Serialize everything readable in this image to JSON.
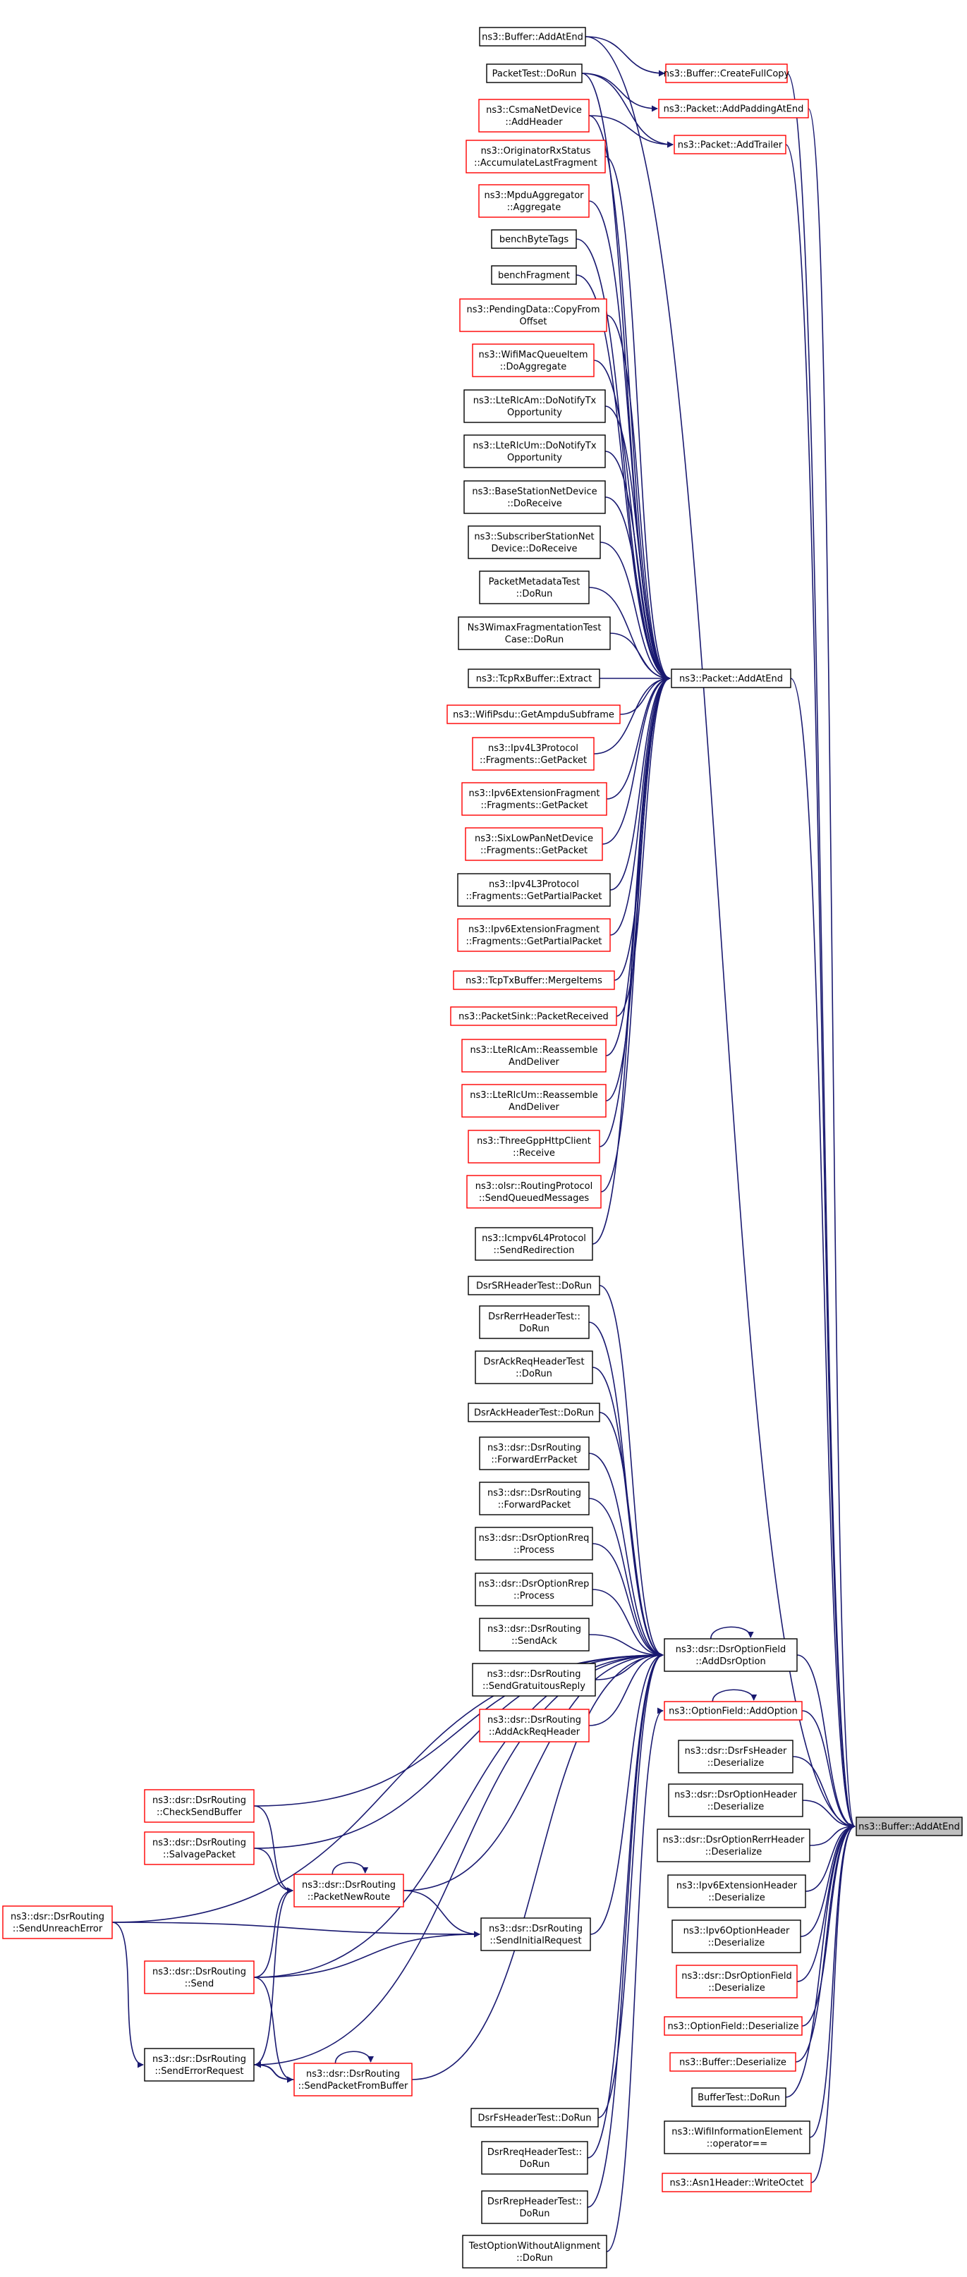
{
  "colors": {
    "edge": "#191970",
    "box_black": "#000000",
    "box_red": "#ff0000",
    "focus_fill": "#bfbfbf",
    "box_fill": "#ffffff"
  },
  "nodes": [
    {
      "id": "buffer_addatend_top",
      "lines": [
        "ns3::Buffer::AddAtEnd"
      ],
      "border": "black"
    },
    {
      "id": "buffer_createfullcopy",
      "lines": [
        "ns3::Buffer::CreateFullCopy"
      ],
      "border": "red"
    },
    {
      "id": "packettest_dorun",
      "lines": [
        "PacketTest::DoRun"
      ],
      "border": "black"
    },
    {
      "id": "packet_addpaddingatend",
      "lines": [
        "ns3::Packet::AddPaddingAtEnd"
      ],
      "border": "red"
    },
    {
      "id": "csmanetdevice_addheader",
      "lines": [
        "ns3::CsmaNetDevice",
        "::AddHeader"
      ],
      "border": "red"
    },
    {
      "id": "packet_addtrailer",
      "lines": [
        "ns3::Packet::AddTrailer"
      ],
      "border": "red"
    },
    {
      "id": "originatorrxstatus",
      "lines": [
        "ns3::OriginatorRxStatus",
        "::AccumulateLastFragment"
      ],
      "border": "red"
    },
    {
      "id": "mpduaggregator",
      "lines": [
        "ns3::MpduAggregator",
        "::Aggregate"
      ],
      "border": "red"
    },
    {
      "id": "benchbytetags",
      "lines": [
        "benchByteTags"
      ],
      "border": "black"
    },
    {
      "id": "benchfragment",
      "lines": [
        "benchFragment"
      ],
      "border": "black"
    },
    {
      "id": "pendingdata_copyfromoffset",
      "lines": [
        "ns3::PendingData::CopyFrom",
        "Offset"
      ],
      "border": "red"
    },
    {
      "id": "wifimacqueueitem",
      "lines": [
        "ns3::WifiMacQueueItem",
        "::DoAggregate"
      ],
      "border": "red"
    },
    {
      "id": "lterlcam_donotify",
      "lines": [
        "ns3::LteRlcAm::DoNotifyTx",
        "Opportunity"
      ],
      "border": "black"
    },
    {
      "id": "lterlcum_donotify",
      "lines": [
        "ns3::LteRlcUm::DoNotifyTx",
        "Opportunity"
      ],
      "border": "black"
    },
    {
      "id": "basestation_doreceive",
      "lines": [
        "ns3::BaseStationNetDevice",
        "::DoReceive"
      ],
      "border": "black"
    },
    {
      "id": "subscriberstation_doreceive",
      "lines": [
        "ns3::SubscriberStationNet",
        "Device::DoReceive"
      ],
      "border": "black"
    },
    {
      "id": "packetmetadatatest",
      "lines": [
        "PacketMetadataTest",
        "::DoRun"
      ],
      "border": "black"
    },
    {
      "id": "ns3wimaxfrag",
      "lines": [
        "Ns3WimaxFragmentationTest",
        "Case::DoRun"
      ],
      "border": "black"
    },
    {
      "id": "tcprxbuffer_extract",
      "lines": [
        "ns3::TcpRxBuffer::Extract"
      ],
      "border": "black"
    },
    {
      "id": "packet_addatend",
      "lines": [
        "ns3::Packet::AddAtEnd"
      ],
      "border": "black"
    },
    {
      "id": "wifipsdu_getampdu",
      "lines": [
        "ns3::WifiPsdu::GetAmpduSubframe"
      ],
      "border": "red"
    },
    {
      "id": "ipv4l3_getpacket",
      "lines": [
        "ns3::Ipv4L3Protocol",
        "::Fragments::GetPacket"
      ],
      "border": "red"
    },
    {
      "id": "ipv6extfrag_getpacket",
      "lines": [
        "ns3::Ipv6ExtensionFragment",
        "::Fragments::GetPacket"
      ],
      "border": "red"
    },
    {
      "id": "sixlowpan_getpacket",
      "lines": [
        "ns3::SixLowPanNetDevice",
        "::Fragments::GetPacket"
      ],
      "border": "red"
    },
    {
      "id": "ipv4l3_getpartial",
      "lines": [
        "ns3::Ipv4L3Protocol",
        "::Fragments::GetPartialPacket"
      ],
      "border": "black"
    },
    {
      "id": "ipv6extfrag_getpartial",
      "lines": [
        "ns3::Ipv6ExtensionFragment",
        "::Fragments::GetPartialPacket"
      ],
      "border": "red"
    },
    {
      "id": "tcptxbuffer_mergeitems",
      "lines": [
        "ns3::TcpTxBuffer::MergeItems"
      ],
      "border": "red"
    },
    {
      "id": "packetsink_packetreceived",
      "lines": [
        "ns3::PacketSink::PacketReceived"
      ],
      "border": "red"
    },
    {
      "id": "lterlcam_reassemble",
      "lines": [
        "ns3::LteRlcAm::Reassemble",
        "AndDeliver"
      ],
      "border": "red"
    },
    {
      "id": "lterlcum_reassemble",
      "lines": [
        "ns3::LteRlcUm::Reassemble",
        "AndDeliver"
      ],
      "border": "red"
    },
    {
      "id": "threegpphttpclient_receive",
      "lines": [
        "ns3::ThreeGppHttpClient",
        "::Receive"
      ],
      "border": "red"
    },
    {
      "id": "olsr_sendqueued",
      "lines": [
        "ns3::olsr::RoutingProtocol",
        "::SendQueuedMessages"
      ],
      "border": "red"
    },
    {
      "id": "icmpv6l4_sendredirection",
      "lines": [
        "ns3::Icmpv6L4Protocol",
        "::SendRedirection"
      ],
      "border": "black"
    },
    {
      "id": "dsrsrheadertest",
      "lines": [
        "DsrSRHeaderTest::DoRun"
      ],
      "border": "black"
    },
    {
      "id": "dsrrerrheadertest",
      "lines": [
        "DsrRerrHeaderTest::",
        "DoRun"
      ],
      "border": "black"
    },
    {
      "id": "dsrackreqheadertest",
      "lines": [
        "DsrAckReqHeaderTest",
        "::DoRun"
      ],
      "border": "black"
    },
    {
      "id": "dsrackheadertest",
      "lines": [
        "DsrAckHeaderTest::DoRun"
      ],
      "border": "black"
    },
    {
      "id": "dsr_forwarderrpacket",
      "lines": [
        "ns3::dsr::DsrRouting",
        "::ForwardErrPacket"
      ],
      "border": "black"
    },
    {
      "id": "dsr_forwardpacket",
      "lines": [
        "ns3::dsr::DsrRouting",
        "::ForwardPacket"
      ],
      "border": "black"
    },
    {
      "id": "dsroptionrreq_process",
      "lines": [
        "ns3::dsr::DsrOptionRreq",
        "::Process"
      ],
      "border": "black"
    },
    {
      "id": "dsroptionrrep_process",
      "lines": [
        "ns3::dsr::DsrOptionRrep",
        "::Process"
      ],
      "border": "black"
    },
    {
      "id": "dsr_sendack",
      "lines": [
        "ns3::dsr::DsrRouting",
        "::SendAck"
      ],
      "border": "black"
    },
    {
      "id": "dsroptionfield_adddsroption",
      "lines": [
        "ns3::dsr::DsrOptionField",
        "::AddDsrOption"
      ],
      "border": "black"
    },
    {
      "id": "dsr_sendgratuitous",
      "lines": [
        "ns3::dsr::DsrRouting",
        "::SendGratuitousReply"
      ],
      "border": "black"
    },
    {
      "id": "optionfield_addoption",
      "lines": [
        "ns3::OptionField::AddOption"
      ],
      "border": "red"
    },
    {
      "id": "dsr_addackreqheader",
      "lines": [
        "ns3::dsr::DsrRouting",
        "::AddAckReqHeader"
      ],
      "border": "red"
    },
    {
      "id": "dsrfsheader_deserialize",
      "lines": [
        "ns3::dsr::DsrFsHeader",
        "::Deserialize"
      ],
      "border": "black"
    },
    {
      "id": "dsr_checksendbuffer",
      "lines": [
        "ns3::dsr::DsrRouting",
        "::CheckSendBuffer"
      ],
      "border": "red"
    },
    {
      "id": "dsroptionheader_deserialize",
      "lines": [
        "ns3::dsr::DsrOptionHeader",
        "::Deserialize"
      ],
      "border": "black"
    },
    {
      "id": "buffer_addatend_focus",
      "lines": [
        "ns3::Buffer::AddAtEnd"
      ],
      "border": "black",
      "focus": true
    },
    {
      "id": "dsr_salvagepacket",
      "lines": [
        "ns3::dsr::DsrRouting",
        "::SalvagePacket"
      ],
      "border": "red"
    },
    {
      "id": "dsroptionrerrheader_deserialize",
      "lines": [
        "ns3::dsr::DsrOptionRerrHeader",
        "::Deserialize"
      ],
      "border": "black"
    },
    {
      "id": "dsr_packetnewroute",
      "lines": [
        "ns3::dsr::DsrRouting",
        "::PacketNewRoute"
      ],
      "border": "red"
    },
    {
      "id": "dsr_sendunreacherror",
      "lines": [
        "ns3::dsr::DsrRouting",
        "::SendUnreachError"
      ],
      "border": "red"
    },
    {
      "id": "ipv6extensionheader_deserialize",
      "lines": [
        "ns3::Ipv6ExtensionHeader",
        "::Deserialize"
      ],
      "border": "black"
    },
    {
      "id": "dsr_sendinitialrequest",
      "lines": [
        "ns3::dsr::DsrRouting",
        "::SendInitialRequest"
      ],
      "border": "black"
    },
    {
      "id": "ipv6optionheader_deserialize",
      "lines": [
        "ns3::Ipv6OptionHeader",
        "::Deserialize"
      ],
      "border": "black"
    },
    {
      "id": "dsr_send",
      "lines": [
        "ns3::dsr::DsrRouting",
        "::Send"
      ],
      "border": "red"
    },
    {
      "id": "dsroptionfield_deserialize",
      "lines": [
        "ns3::dsr::DsrOptionField",
        "::Deserialize"
      ],
      "border": "red"
    },
    {
      "id": "optionfield_deserialize",
      "lines": [
        "ns3::OptionField::Deserialize"
      ],
      "border": "red"
    },
    {
      "id": "dsr_senderrorrequest",
      "lines": [
        "ns3::dsr::DsrRouting",
        "::SendErrorRequest"
      ],
      "border": "black"
    },
    {
      "id": "dsr_sendpacketfrombuffer",
      "lines": [
        "ns3::dsr::DsrRouting",
        "::SendPacketFromBuffer"
      ],
      "border": "red"
    },
    {
      "id": "buffer_deserialize",
      "lines": [
        "ns3::Buffer::Deserialize"
      ],
      "border": "red"
    },
    {
      "id": "buffertest_dorun",
      "lines": [
        "BufferTest::DoRun"
      ],
      "border": "black"
    },
    {
      "id": "dsrfsheadertest",
      "lines": [
        "DsrFsHeaderTest::DoRun"
      ],
      "border": "black"
    },
    {
      "id": "wifiinformationelement_op",
      "lines": [
        "ns3::WifiInformationElement",
        "::operator=="
      ],
      "border": "black"
    },
    {
      "id": "dsrrreqheadertest",
      "lines": [
        "DsrRreqHeaderTest::",
        "DoRun"
      ],
      "border": "black"
    },
    {
      "id": "asn1header_writeoctet",
      "lines": [
        "ns3::Asn1Header::WriteOctet"
      ],
      "border": "red"
    },
    {
      "id": "dsrrrepheadertest",
      "lines": [
        "DsrRrepHeaderTest::",
        "DoRun"
      ],
      "border": "black"
    },
    {
      "id": "testoptionwithoutalignment",
      "lines": [
        "TestOptionWithoutAlignment",
        "::DoRun"
      ],
      "border": "black"
    }
  ],
  "edges": [
    {
      "from": "buffer_addatend_top",
      "to": "buffer_addatend_focus"
    },
    {
      "from": "buffer_createfullcopy",
      "to": "buffer_addatend_focus"
    },
    {
      "from": "packet_addpaddingatend",
      "to": "buffer_addatend_focus"
    },
    {
      "from": "packet_addtrailer",
      "to": "buffer_addatend_focus"
    },
    {
      "from": "packet_addatend",
      "to": "buffer_addatend_focus"
    },
    {
      "from": "dsroptionfield_adddsroption",
      "to": "buffer_addatend_focus"
    },
    {
      "from": "optionfield_addoption",
      "to": "buffer_addatend_focus"
    },
    {
      "from": "dsrfsheader_deserialize",
      "to": "buffer_addatend_focus"
    },
    {
      "from": "dsroptionheader_deserialize",
      "to": "buffer_addatend_focus"
    },
    {
      "from": "dsroptionrerrheader_deserialize",
      "to": "buffer_addatend_focus"
    },
    {
      "from": "ipv6extensionheader_deserialize",
      "to": "buffer_addatend_focus"
    },
    {
      "from": "ipv6optionheader_deserialize",
      "to": "buffer_addatend_focus"
    },
    {
      "from": "dsroptionfield_deserialize",
      "to": "buffer_addatend_focus"
    },
    {
      "from": "optionfield_deserialize",
      "to": "buffer_addatend_focus"
    },
    {
      "from": "buffer_deserialize",
      "to": "buffer_addatend_focus"
    },
    {
      "from": "buffertest_dorun",
      "to": "buffer_addatend_focus"
    },
    {
      "from": "wifiinformationelement_op",
      "to": "buffer_addatend_focus"
    },
    {
      "from": "asn1header_writeoctet",
      "to": "buffer_addatend_focus"
    },
    {
      "from": "buffer_addatend_top",
      "to": "buffer_createfullcopy"
    },
    {
      "from": "packettest_dorun",
      "to": "packet_addpaddingatend"
    },
    {
      "from": "packettest_dorun",
      "to": "packet_addtrailer"
    },
    {
      "from": "csmanetdevice_addheader",
      "to": "packet_addtrailer"
    },
    {
      "from": "packettest_dorun",
      "to": "packet_addatend"
    },
    {
      "from": "csmanetdevice_addheader",
      "to": "packet_addatend"
    },
    {
      "from": "originatorrxstatus",
      "to": "packet_addatend"
    },
    {
      "from": "mpduaggregator",
      "to": "packet_addatend"
    },
    {
      "from": "benchbytetags",
      "to": "packet_addatend"
    },
    {
      "from": "benchfragment",
      "to": "packet_addatend"
    },
    {
      "from": "pendingdata_copyfromoffset",
      "to": "packet_addatend"
    },
    {
      "from": "wifimacqueueitem",
      "to": "packet_addatend"
    },
    {
      "from": "lterlcam_donotify",
      "to": "packet_addatend"
    },
    {
      "from": "lterlcum_donotify",
      "to": "packet_addatend"
    },
    {
      "from": "basestation_doreceive",
      "to": "packet_addatend"
    },
    {
      "from": "subscriberstation_doreceive",
      "to": "packet_addatend"
    },
    {
      "from": "packetmetadatatest",
      "to": "packet_addatend"
    },
    {
      "from": "ns3wimaxfrag",
      "to": "packet_addatend"
    },
    {
      "from": "tcprxbuffer_extract",
      "to": "packet_addatend"
    },
    {
      "from": "wifipsdu_getampdu",
      "to": "packet_addatend"
    },
    {
      "from": "ipv4l3_getpacket",
      "to": "packet_addatend"
    },
    {
      "from": "ipv6extfrag_getpacket",
      "to": "packet_addatend"
    },
    {
      "from": "sixlowpan_getpacket",
      "to": "packet_addatend"
    },
    {
      "from": "ipv4l3_getpartial",
      "to": "packet_addatend"
    },
    {
      "from": "ipv6extfrag_getpartial",
      "to": "packet_addatend"
    },
    {
      "from": "tcptxbuffer_mergeitems",
      "to": "packet_addatend"
    },
    {
      "from": "packetsink_packetreceived",
      "to": "packet_addatend"
    },
    {
      "from": "lterlcam_reassemble",
      "to": "packet_addatend"
    },
    {
      "from": "lterlcum_reassemble",
      "to": "packet_addatend"
    },
    {
      "from": "threegpphttpclient_receive",
      "to": "packet_addatend"
    },
    {
      "from": "olsr_sendqueued",
      "to": "packet_addatend"
    },
    {
      "from": "icmpv6l4_sendredirection",
      "to": "packet_addatend"
    },
    {
      "from": "dsroptionfield_adddsroption",
      "to": "dsroptionfield_adddsroption"
    },
    {
      "from": "dsrsrheadertest",
      "to": "dsroptionfield_adddsroption"
    },
    {
      "from": "dsrrerrheadertest",
      "to": "dsroptionfield_adddsroption"
    },
    {
      "from": "dsrackreqheadertest",
      "to": "dsroptionfield_adddsroption"
    },
    {
      "from": "dsrackheadertest",
      "to": "dsroptionfield_adddsroption"
    },
    {
      "from": "dsr_forwarderrpacket",
      "to": "dsroptionfield_adddsroption"
    },
    {
      "from": "dsr_forwardpacket",
      "to": "dsroptionfield_adddsroption"
    },
    {
      "from": "dsroptionrreq_process",
      "to": "dsroptionfield_adddsroption"
    },
    {
      "from": "dsroptionrrep_process",
      "to": "dsroptionfield_adddsroption"
    },
    {
      "from": "dsr_sendack",
      "to": "dsroptionfield_adddsroption"
    },
    {
      "from": "dsr_sendgratuitous",
      "to": "dsroptionfield_adddsroption"
    },
    {
      "from": "dsr_addackreqheader",
      "to": "dsroptionfield_adddsroption"
    },
    {
      "from": "dsr_checksendbuffer",
      "to": "dsroptionfield_adddsroption"
    },
    {
      "from": "dsr_salvagepacket",
      "to": "dsroptionfield_adddsroption"
    },
    {
      "from": "dsr_packetnewroute",
      "to": "dsroptionfield_adddsroption"
    },
    {
      "from": "dsr_sendunreacherror",
      "to": "dsroptionfield_adddsroption"
    },
    {
      "from": "dsr_sendinitialrequest",
      "to": "dsroptionfield_adddsroption"
    },
    {
      "from": "dsr_send",
      "to": "dsroptionfield_adddsroption"
    },
    {
      "from": "dsr_senderrorrequest",
      "to": "dsroptionfield_adddsroption"
    },
    {
      "from": "dsr_sendpacketfrombuffer",
      "to": "dsroptionfield_adddsroption"
    },
    {
      "from": "dsrfsheadertest",
      "to": "dsroptionfield_adddsroption"
    },
    {
      "from": "dsrrreqheadertest",
      "to": "dsroptionfield_adddsroption"
    },
    {
      "from": "dsrrrepheadertest",
      "to": "dsroptionfield_adddsroption"
    },
    {
      "from": "optionfield_addoption",
      "to": "optionfield_addoption"
    },
    {
      "from": "testoptionwithoutalignment",
      "to": "optionfield_addoption"
    },
    {
      "from": "dsr_checksendbuffer",
      "to": "dsr_packetnewroute"
    },
    {
      "from": "dsr_salvagepacket",
      "to": "dsr_packetnewroute"
    },
    {
      "from": "dsr_packetnewroute",
      "to": "dsr_packetnewroute"
    },
    {
      "from": "dsr_send",
      "to": "dsr_packetnewroute"
    },
    {
      "from": "dsr_senderrorrequest",
      "to": "dsr_packetnewroute"
    },
    {
      "from": "dsr_packetnewroute",
      "to": "dsr_sendinitialrequest"
    },
    {
      "from": "dsr_sendunreacherror",
      "to": "dsr_sendinitialrequest"
    },
    {
      "from": "dsr_send",
      "to": "dsr_sendinitialrequest"
    },
    {
      "from": "dsr_sendunreacherror",
      "to": "dsr_senderrorrequest"
    },
    {
      "from": "dsr_sendpacketfrombuffer",
      "to": "dsr_senderrorrequest"
    },
    {
      "from": "dsr_senderrorrequest",
      "to": "dsr_sendpacketfrombuffer"
    },
    {
      "from": "dsr_sendpacketfrombuffer",
      "to": "dsr_sendpacketfrombuffer"
    },
    {
      "from": "dsr_send",
      "to": "dsr_sendpacketfrombuffer"
    }
  ]
}
